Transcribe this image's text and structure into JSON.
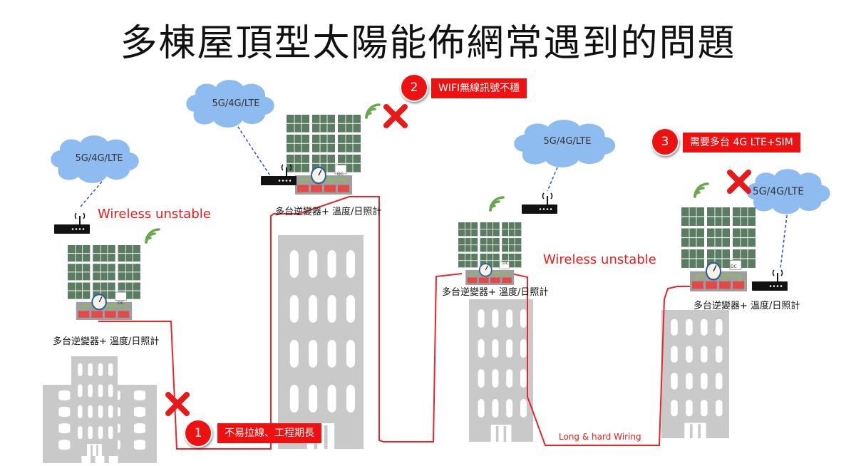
{
  "title": "多棟屋頂型太陽能佈網常遇到的問題",
  "cloud_label": "5G/4G/LTE",
  "equipment_label": "多台逆變器+ 溫度/日照計",
  "inverter_label": "DC",
  "wireless_warning": "Wireless unstable",
  "wiring_label": "Long & hard Wiring",
  "issues": [
    {
      "number": "1",
      "text": "不易拉線、工程期長"
    },
    {
      "number": "2",
      "text": "WIFI無線訊號不穩"
    },
    {
      "number": "3",
      "text": "需要多台 4G LTE+SIM"
    }
  ],
  "colors": {
    "accent_red": "#ee1111",
    "wire_red": "#e8262c",
    "signal_green": "#6aa84f",
    "cloud_blue": "#8fbcf0",
    "panel_green": "#5c7b63",
    "building_gray": "#c9c9c9",
    "link_blue": "#2f4fcc"
  },
  "icons": [
    "cloud-icon",
    "router-icon",
    "wifi-signal-icon",
    "solar-panel-icon",
    "inverter-icon",
    "building-icon",
    "cross-mark-icon"
  ]
}
